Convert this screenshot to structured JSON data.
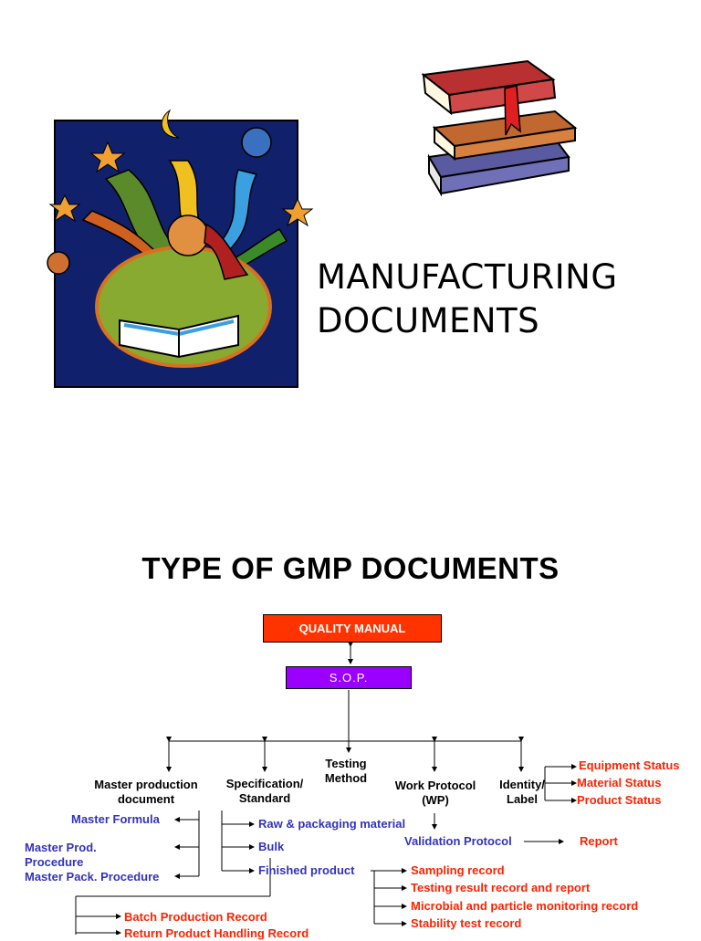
{
  "slide1": {
    "title_line1": "MANUFACTURING",
    "title_line2": "DOCUMENTS",
    "clipart_left": "reading-person-clipart",
    "clipart_right": "book-stack-clipart"
  },
  "slide2": {
    "title": "TYPE OF GMP DOCUMENTS",
    "quality_manual": "QUALITY MANUAL",
    "sop": "S.O.P.",
    "categories": {
      "master_production_1": "Master production",
      "master_production_2": "document",
      "specification_1": "Specification/",
      "specification_2": "Standard",
      "testing_1": "Testing",
      "testing_2": "Method",
      "work_protocol_1": "Work Protocol",
      "work_protocol_2": "(WP)",
      "identity_1": "Identity/",
      "identity_2": "Label"
    },
    "master_items": {
      "formula": "Master Formula",
      "prod_procedure_1": "Master Prod.",
      "prod_procedure_2": "Procedure",
      "pack_procedure": "Master Pack. Procedure"
    },
    "spec_items": {
      "raw": "Raw & packaging material",
      "bulk": "Bulk",
      "finished": "Finished product"
    },
    "wp_items": {
      "validation": "Validation Protocol",
      "report": "Report"
    },
    "identity_items": {
      "equipment": "Equipment Status",
      "material": "Material Status",
      "product": "Product Status"
    },
    "records": {
      "sampling": "Sampling record",
      "testing": "Testing result record and report",
      "microbial": "Microbial and particle monitoring record",
      "stability": "Stability test record",
      "batch": "Batch Production Record",
      "return": "Return Product Handling Record"
    },
    "colors": {
      "quality_manual_bg": "#ff3300",
      "sop_bg": "#9900ff",
      "blue_text": "#3333bb",
      "red_text": "#ff2200"
    }
  }
}
